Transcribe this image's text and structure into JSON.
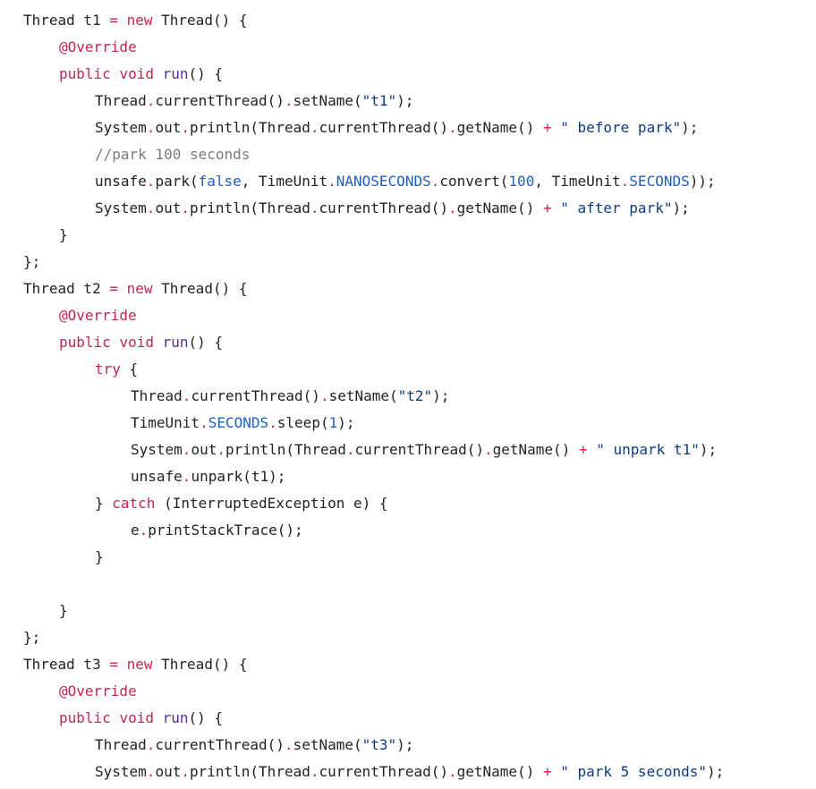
{
  "colors": {
    "background": "#ffffff",
    "plain": "#222222",
    "keyword": "#c7254e",
    "function": "#5a2ca0",
    "string": "#0f3b82",
    "constant": "#1f5fbf",
    "comment": "#7a7a7a"
  },
  "code": {
    "lines": [
      {
        "indent": 0,
        "tokens": [
          {
            "t": "plain",
            "v": "Thread t1 "
          },
          {
            "t": "op",
            "v": "="
          },
          {
            "t": "plain",
            "v": " "
          },
          {
            "t": "kw",
            "v": "new"
          },
          {
            "t": "plain",
            "v": " Thread() {"
          }
        ]
      },
      {
        "indent": 1,
        "tokens": [
          {
            "t": "kw",
            "v": "@Override"
          }
        ]
      },
      {
        "indent": 1,
        "tokens": [
          {
            "t": "kw",
            "v": "public"
          },
          {
            "t": "plain",
            "v": " "
          },
          {
            "t": "kw",
            "v": "void"
          },
          {
            "t": "plain",
            "v": " "
          },
          {
            "t": "fn",
            "v": "run"
          },
          {
            "t": "plain",
            "v": "() {"
          }
        ]
      },
      {
        "indent": 2,
        "tokens": [
          {
            "t": "plain",
            "v": "Thread"
          },
          {
            "t": "op",
            "v": "."
          },
          {
            "t": "plain",
            "v": "currentThread()"
          },
          {
            "t": "op",
            "v": "."
          },
          {
            "t": "plain",
            "v": "setName("
          },
          {
            "t": "str",
            "v": "\"t1\""
          },
          {
            "t": "plain",
            "v": ");"
          }
        ]
      },
      {
        "indent": 2,
        "tokens": [
          {
            "t": "plain",
            "v": "System"
          },
          {
            "t": "op",
            "v": "."
          },
          {
            "t": "plain",
            "v": "out"
          },
          {
            "t": "op",
            "v": "."
          },
          {
            "t": "plain",
            "v": "println(Thread"
          },
          {
            "t": "op",
            "v": "."
          },
          {
            "t": "plain",
            "v": "currentThread()"
          },
          {
            "t": "op",
            "v": "."
          },
          {
            "t": "plain",
            "v": "getName() "
          },
          {
            "t": "op",
            "v": "+"
          },
          {
            "t": "plain",
            "v": " "
          },
          {
            "t": "str",
            "v": "\" before park\""
          },
          {
            "t": "plain",
            "v": ");"
          }
        ]
      },
      {
        "indent": 2,
        "tokens": [
          {
            "t": "comment",
            "v": "//park 100 seconds"
          }
        ]
      },
      {
        "indent": 2,
        "tokens": [
          {
            "t": "plain",
            "v": "unsafe"
          },
          {
            "t": "op",
            "v": "."
          },
          {
            "t": "plain",
            "v": "park("
          },
          {
            "t": "bool",
            "v": "false"
          },
          {
            "t": "plain",
            "v": ", TimeUnit"
          },
          {
            "t": "op",
            "v": "."
          },
          {
            "t": "const",
            "v": "NANOSECONDS"
          },
          {
            "t": "op",
            "v": "."
          },
          {
            "t": "plain",
            "v": "convert("
          },
          {
            "t": "num",
            "v": "100"
          },
          {
            "t": "plain",
            "v": ", TimeUnit"
          },
          {
            "t": "op",
            "v": "."
          },
          {
            "t": "const",
            "v": "SECONDS"
          },
          {
            "t": "plain",
            "v": "));"
          }
        ]
      },
      {
        "indent": 2,
        "tokens": [
          {
            "t": "plain",
            "v": "System"
          },
          {
            "t": "op",
            "v": "."
          },
          {
            "t": "plain",
            "v": "out"
          },
          {
            "t": "op",
            "v": "."
          },
          {
            "t": "plain",
            "v": "println(Thread"
          },
          {
            "t": "op",
            "v": "."
          },
          {
            "t": "plain",
            "v": "currentThread()"
          },
          {
            "t": "op",
            "v": "."
          },
          {
            "t": "plain",
            "v": "getName() "
          },
          {
            "t": "op",
            "v": "+"
          },
          {
            "t": "plain",
            "v": " "
          },
          {
            "t": "str",
            "v": "\" after park\""
          },
          {
            "t": "plain",
            "v": ");"
          }
        ]
      },
      {
        "indent": 1,
        "tokens": [
          {
            "t": "plain",
            "v": "}"
          }
        ]
      },
      {
        "indent": 0,
        "tokens": [
          {
            "t": "plain",
            "v": "};"
          }
        ]
      },
      {
        "indent": 0,
        "tokens": [
          {
            "t": "plain",
            "v": "Thread t2 "
          },
          {
            "t": "op",
            "v": "="
          },
          {
            "t": "plain",
            "v": " "
          },
          {
            "t": "kw",
            "v": "new"
          },
          {
            "t": "plain",
            "v": " Thread() {"
          }
        ]
      },
      {
        "indent": 1,
        "tokens": [
          {
            "t": "kw",
            "v": "@Override"
          }
        ]
      },
      {
        "indent": 1,
        "tokens": [
          {
            "t": "kw",
            "v": "public"
          },
          {
            "t": "plain",
            "v": " "
          },
          {
            "t": "kw",
            "v": "void"
          },
          {
            "t": "plain",
            "v": " "
          },
          {
            "t": "fn",
            "v": "run"
          },
          {
            "t": "plain",
            "v": "() {"
          }
        ]
      },
      {
        "indent": 2,
        "tokens": [
          {
            "t": "kw",
            "v": "try"
          },
          {
            "t": "plain",
            "v": " {"
          }
        ]
      },
      {
        "indent": 3,
        "tokens": [
          {
            "t": "plain",
            "v": "Thread"
          },
          {
            "t": "op",
            "v": "."
          },
          {
            "t": "plain",
            "v": "currentThread()"
          },
          {
            "t": "op",
            "v": "."
          },
          {
            "t": "plain",
            "v": "setName("
          },
          {
            "t": "str",
            "v": "\"t2\""
          },
          {
            "t": "plain",
            "v": ");"
          }
        ]
      },
      {
        "indent": 3,
        "tokens": [
          {
            "t": "plain",
            "v": "TimeUnit"
          },
          {
            "t": "op",
            "v": "."
          },
          {
            "t": "const",
            "v": "SECONDS"
          },
          {
            "t": "op",
            "v": "."
          },
          {
            "t": "plain",
            "v": "sleep("
          },
          {
            "t": "num",
            "v": "1"
          },
          {
            "t": "plain",
            "v": ");"
          }
        ]
      },
      {
        "indent": 3,
        "tokens": [
          {
            "t": "plain",
            "v": "System"
          },
          {
            "t": "op",
            "v": "."
          },
          {
            "t": "plain",
            "v": "out"
          },
          {
            "t": "op",
            "v": "."
          },
          {
            "t": "plain",
            "v": "println(Thread"
          },
          {
            "t": "op",
            "v": "."
          },
          {
            "t": "plain",
            "v": "currentThread()"
          },
          {
            "t": "op",
            "v": "."
          },
          {
            "t": "plain",
            "v": "getName() "
          },
          {
            "t": "op",
            "v": "+"
          },
          {
            "t": "plain",
            "v": " "
          },
          {
            "t": "str",
            "v": "\" unpark t1\""
          },
          {
            "t": "plain",
            "v": ");"
          }
        ]
      },
      {
        "indent": 3,
        "tokens": [
          {
            "t": "plain",
            "v": "unsafe"
          },
          {
            "t": "op",
            "v": "."
          },
          {
            "t": "plain",
            "v": "unpark(t1);"
          }
        ]
      },
      {
        "indent": 2,
        "tokens": [
          {
            "t": "plain",
            "v": "} "
          },
          {
            "t": "kw",
            "v": "catch"
          },
          {
            "t": "plain",
            "v": " (InterruptedException e) {"
          }
        ]
      },
      {
        "indent": 3,
        "tokens": [
          {
            "t": "plain",
            "v": "e"
          },
          {
            "t": "op",
            "v": "."
          },
          {
            "t": "plain",
            "v": "printStackTrace();"
          }
        ]
      },
      {
        "indent": 2,
        "tokens": [
          {
            "t": "plain",
            "v": "}"
          }
        ]
      },
      {
        "indent": 0,
        "tokens": []
      },
      {
        "indent": 1,
        "tokens": [
          {
            "t": "plain",
            "v": "}"
          }
        ]
      },
      {
        "indent": 0,
        "tokens": [
          {
            "t": "plain",
            "v": "};"
          }
        ]
      },
      {
        "indent": 0,
        "tokens": [
          {
            "t": "plain",
            "v": "Thread t3 "
          },
          {
            "t": "op",
            "v": "="
          },
          {
            "t": "plain",
            "v": " "
          },
          {
            "t": "kw",
            "v": "new"
          },
          {
            "t": "plain",
            "v": " Thread() {"
          }
        ]
      },
      {
        "indent": 1,
        "tokens": [
          {
            "t": "kw",
            "v": "@Override"
          }
        ]
      },
      {
        "indent": 1,
        "tokens": [
          {
            "t": "kw",
            "v": "public"
          },
          {
            "t": "plain",
            "v": " "
          },
          {
            "t": "kw",
            "v": "void"
          },
          {
            "t": "plain",
            "v": " "
          },
          {
            "t": "fn",
            "v": "run"
          },
          {
            "t": "plain",
            "v": "() {"
          }
        ]
      },
      {
        "indent": 2,
        "tokens": [
          {
            "t": "plain",
            "v": "Thread"
          },
          {
            "t": "op",
            "v": "."
          },
          {
            "t": "plain",
            "v": "currentThread()"
          },
          {
            "t": "op",
            "v": "."
          },
          {
            "t": "plain",
            "v": "setName("
          },
          {
            "t": "str",
            "v": "\"t3\""
          },
          {
            "t": "plain",
            "v": ");"
          }
        ]
      },
      {
        "indent": 2,
        "tokens": [
          {
            "t": "plain",
            "v": "System"
          },
          {
            "t": "op",
            "v": "."
          },
          {
            "t": "plain",
            "v": "out"
          },
          {
            "t": "op",
            "v": "."
          },
          {
            "t": "plain",
            "v": "println(Thread"
          },
          {
            "t": "op",
            "v": "."
          },
          {
            "t": "plain",
            "v": "currentThread()"
          },
          {
            "t": "op",
            "v": "."
          },
          {
            "t": "plain",
            "v": "getName() "
          },
          {
            "t": "op",
            "v": "+"
          },
          {
            "t": "plain",
            "v": " "
          },
          {
            "t": "str",
            "v": "\" park 5 seconds\""
          },
          {
            "t": "plain",
            "v": ");"
          }
        ]
      }
    ]
  }
}
